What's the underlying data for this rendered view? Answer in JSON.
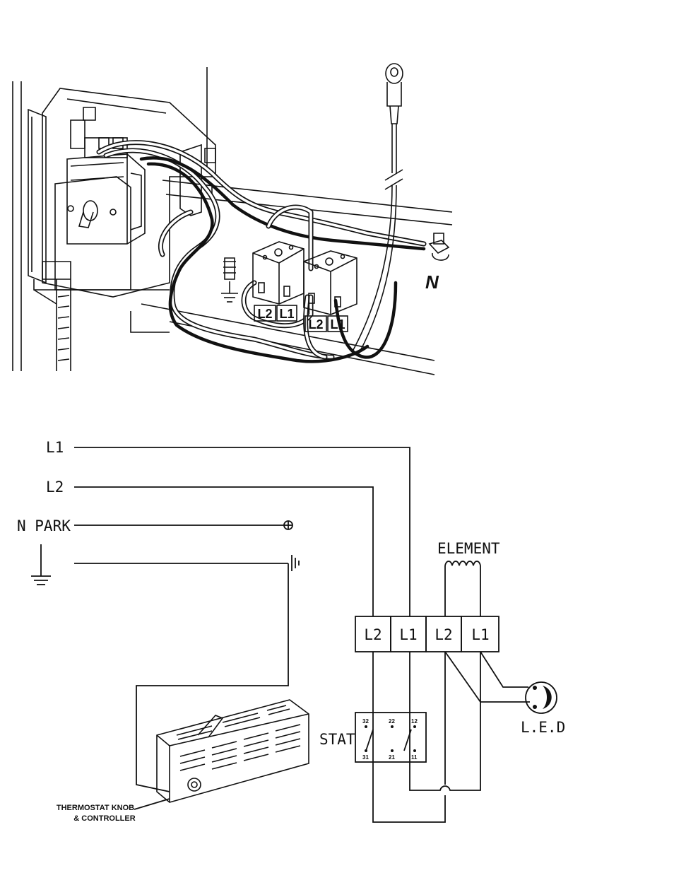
{
  "illustration": {
    "terminal_labels": [
      "L2",
      "L1",
      "L2",
      "L1"
    ],
    "neutral_label": "N"
  },
  "schematic": {
    "line_labels": {
      "l1": "L1",
      "l2": "L2",
      "n_park": "N PARK"
    },
    "element_label": "ELEMENT",
    "terminal_block_labels": [
      "L2",
      "L1",
      "L2",
      "L1"
    ],
    "stat_label": "STAT",
    "stat_contacts_top": [
      "32",
      "22",
      "12"
    ],
    "stat_contacts_bottom": [
      "31",
      "21",
      "11"
    ],
    "led_label": "L.E.D",
    "thermostat_caption_line1": "THERMOSTAT KNOB",
    "thermostat_caption_line2": "& CONTROLLER"
  }
}
